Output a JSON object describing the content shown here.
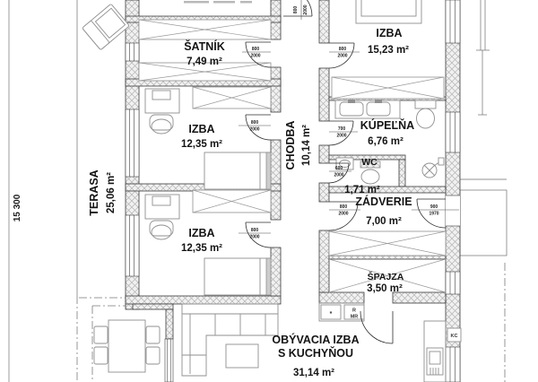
{
  "colors": {
    "ink": "#141414",
    "wall_hatch_line": "#b3b3b3",
    "furniture_line": "#8f8f8f"
  },
  "dimensions": {
    "left_total": "15 300"
  },
  "rooms": {
    "terasa": {
      "name": "TERASA",
      "area": "25,06 m²"
    },
    "satnik": {
      "name": "ŠATNÍK",
      "area": "7,49 m²"
    },
    "izba_middle": {
      "name": "IZBA",
      "area": "12,35 m²"
    },
    "izba_bottom": {
      "name": "IZBA",
      "area": "12,35 m²"
    },
    "izba_right": {
      "name": "IZBA",
      "area": "15,23 m²"
    },
    "chodba": {
      "name": "CHODBA",
      "area": "10,14 m²"
    },
    "kupelna": {
      "name": "KÚPEĽŇA",
      "area": "6,76 m²"
    },
    "wc": {
      "name": "WC",
      "area": "1,71 m²"
    },
    "zadverie": {
      "name": "ZÁDVERIE",
      "area": "7,00 m²"
    },
    "spajza": {
      "name": "ŠPAJZA",
      "area": "3,50 m²"
    },
    "obyvacia": {
      "name_line1": "OBÝVACIA IZBA",
      "name_line2": "S KUCHYŇOU",
      "area": "31,14 m²"
    }
  },
  "doors": {
    "top_room": {
      "w": "800",
      "h": "2000"
    },
    "satnik": {
      "w": "800",
      "h": "2000"
    },
    "izba_right": {
      "w": "800",
      "h": "2000"
    },
    "izba_middle": {
      "w": "800",
      "h": "2000"
    },
    "kupelna": {
      "w": "700",
      "h": "2000"
    },
    "wc": {
      "w": "600",
      "h": "2000"
    },
    "izba_bottom": {
      "w": "800",
      "h": "2000"
    },
    "zadverie": {
      "w": "800",
      "h": "2000"
    },
    "entry": {
      "w": "900",
      "h": "1970"
    }
  },
  "kitchen": {
    "freezer_mark": "*",
    "fridge_top": "R",
    "fridge_bottom": "MR",
    "boiler": "KC"
  }
}
